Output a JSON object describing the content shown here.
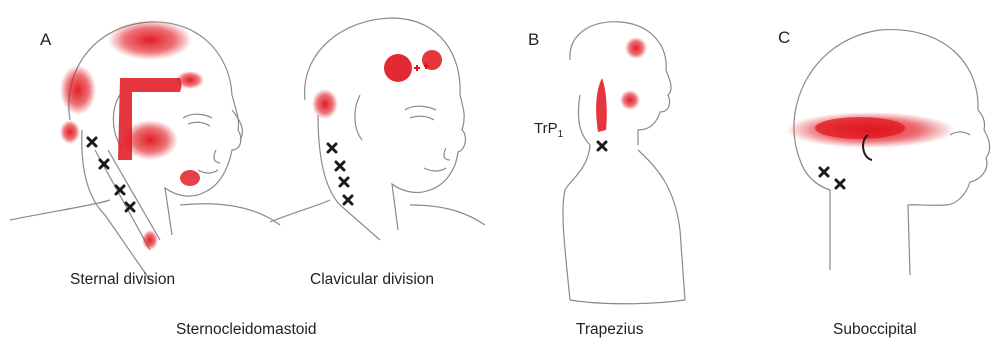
{
  "panels": [
    {
      "letter": "A",
      "captions": [
        "Sternal division",
        "Clavicular division"
      ],
      "title": "Sternocleidomastoid"
    },
    {
      "letter": "B",
      "trigger_label": "TrP",
      "trigger_sub": "1",
      "title": "Trapezius"
    },
    {
      "letter": "C",
      "title": "Suboccipital"
    }
  ],
  "colors": {
    "pain": "#e0121b",
    "trigger_mark": "#1a1a1a",
    "outline": "#8a8a8a",
    "background": "#ffffff"
  },
  "icons": [
    "trigger-point-x-icon"
  ]
}
